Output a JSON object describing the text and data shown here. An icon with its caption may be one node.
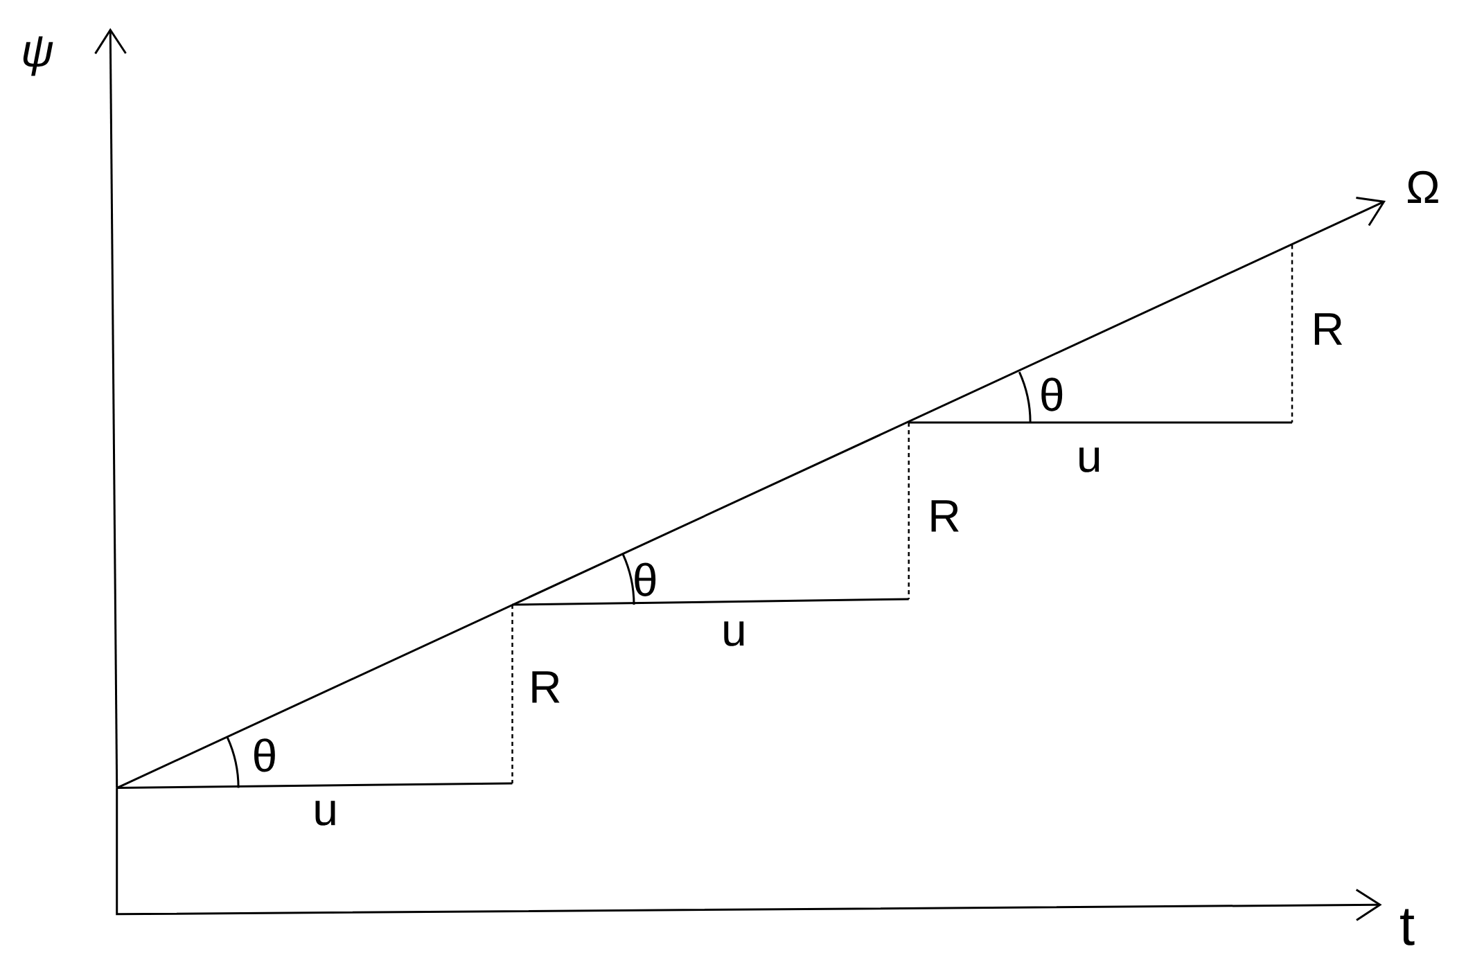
{
  "diagram": {
    "labels": [
      "ψ",
      "Ω",
      "R",
      "θ",
      "u",
      "R",
      "θ",
      "u",
      "R",
      "θ",
      "u",
      "t"
    ]
  }
}
